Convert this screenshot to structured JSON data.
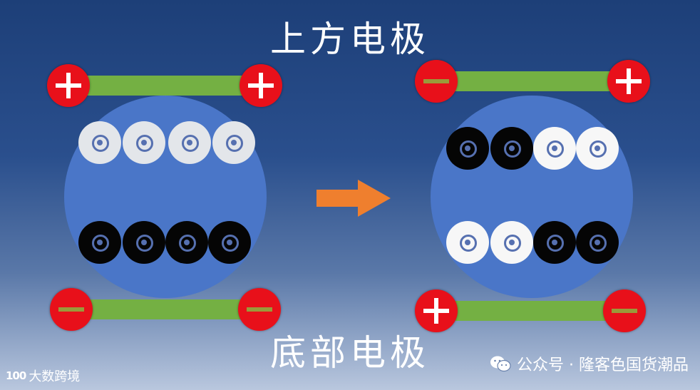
{
  "titles": {
    "top": "上方电极",
    "bottom": "底部电极"
  },
  "left_panel": {
    "top_electrode": [
      "plus",
      "plus"
    ],
    "bottom_electrode": [
      "minus",
      "minus"
    ],
    "top_ions": [
      "grey",
      "grey",
      "grey",
      "grey"
    ],
    "bottom_ions": [
      "black",
      "black",
      "black",
      "black"
    ]
  },
  "right_panel": {
    "top_electrode": [
      "minus",
      "plus"
    ],
    "bottom_electrode": [
      "plus",
      "minus"
    ],
    "top_ions": [
      "black",
      "black",
      "white",
      "white"
    ],
    "bottom_ions": [
      "white",
      "white",
      "black",
      "black"
    ]
  },
  "watermark": {
    "wechat": "公众号 · 隆客色国货潮品",
    "brand_logo": "100",
    "brand_text": "大数跨境"
  },
  "colors": {
    "background": "#2a4f8d",
    "electrode_bar": "#74b043",
    "pole": "#e8101a",
    "cell": "#4a76c8",
    "arrow": "#ef7f2e"
  }
}
